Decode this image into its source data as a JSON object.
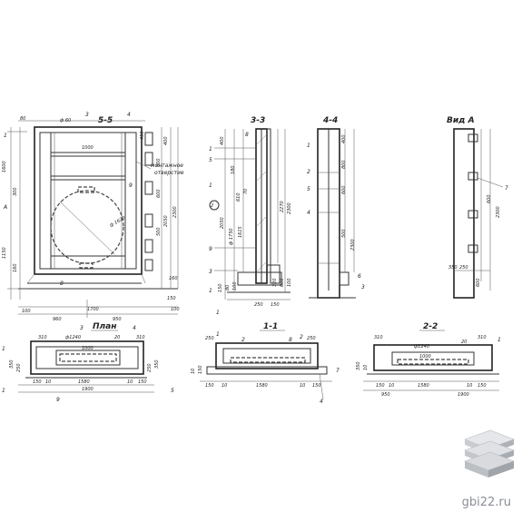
{
  "titles": {
    "s55": "5-5",
    "s33": "3-3",
    "s44": "4-4",
    "view_a": "Вид А",
    "plan": "План",
    "s11": "1-1",
    "s22": "2-2"
  },
  "notes": {
    "mounting_hole_1": "монтажное",
    "mounting_hole_2": "отверстие"
  },
  "markers": [
    "1",
    "3",
    "4",
    "5",
    "А",
    "8",
    "9",
    "7",
    "6",
    "2"
  ],
  "dims_main": {
    "d80": "80",
    "f60": "ф 60",
    "d1000": "1000",
    "d1600": "1600",
    "d300": "300",
    "d1150": "1150",
    "d160": "160",
    "d100": "100",
    "d960": "960",
    "d1700": "1700",
    "d950": "950",
    "d450": "450",
    "d400": "400",
    "d500": "500",
    "d600": "600",
    "d2050": "2050",
    "d2300": "2300",
    "d250": "250",
    "d150": "150",
    "f1620": "ф 1620"
  },
  "dims_33": {
    "d400": "400",
    "d180": "180",
    "d610": "610",
    "d70": "70",
    "d2050": "2050",
    "d2300": "2300",
    "d1750": "ф 1750",
    "d1615": "1615",
    "d2270": "2270",
    "d320": "320",
    "d250": "250",
    "d100": "100",
    "d600": "600",
    "d150": "150",
    "d80": "80"
  },
  "dims_44": {
    "d400": "400",
    "d800": "800",
    "d600": "600",
    "d500": "500",
    "d2300": "2300"
  },
  "dims_va": {
    "d600": "600",
    "d2300": "2300",
    "d350": "350",
    "d250": "250"
  },
  "dims_plan": {
    "d310": "310",
    "f1240": "ф1240",
    "d20": "20",
    "d1000": "1000",
    "d350": "350",
    "d250": "250",
    "d10": "10",
    "d1580": "1580",
    "d1900": "1900",
    "d150": "150"
  },
  "dims_11": {
    "d250": "250",
    "d10": "10",
    "d1580": "1580",
    "d150": "150"
  },
  "dims_22": {
    "d310": "310",
    "f1240": "ф1240",
    "d20": "20",
    "d1000": "1000",
    "d350": "350",
    "d10": "10",
    "d1580": "1580",
    "d150": "150",
    "d950": "950",
    "d1900": "1900"
  },
  "watermark": "gbi22.ru"
}
